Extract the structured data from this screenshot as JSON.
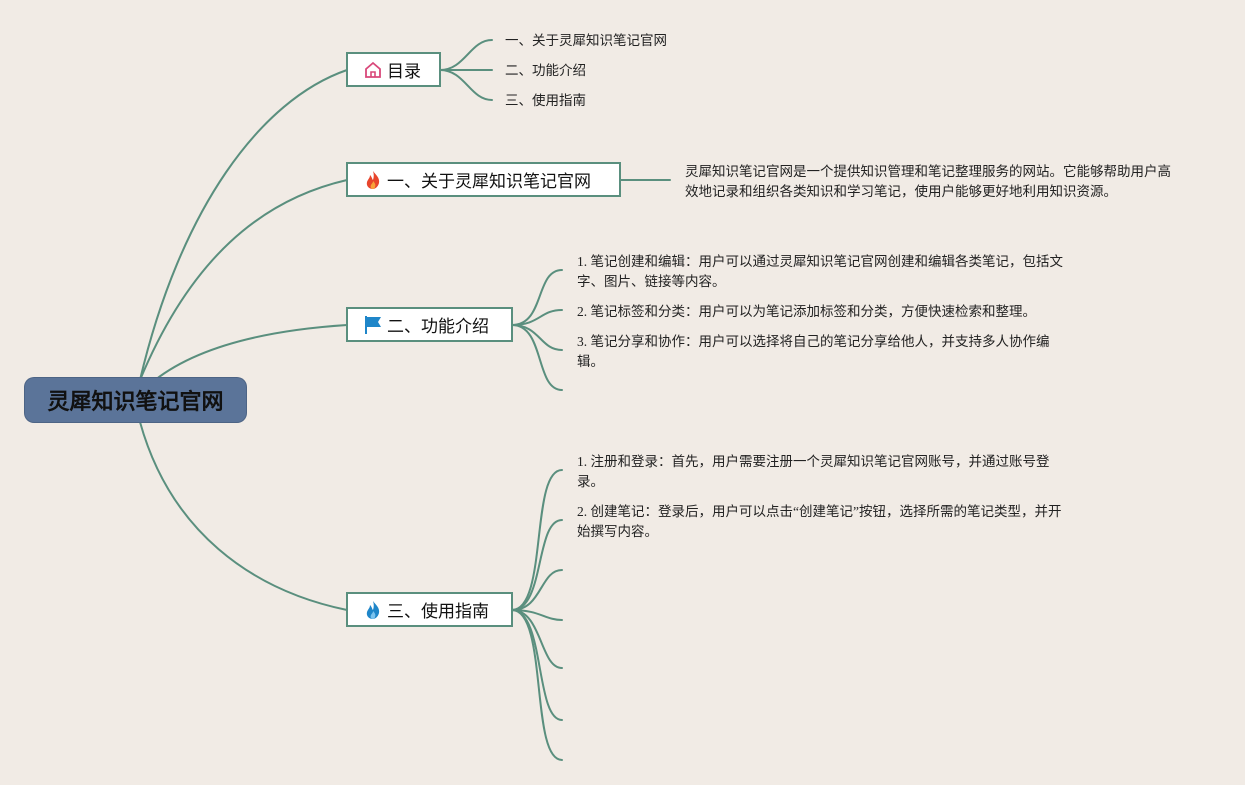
{
  "root": {
    "label": "灵犀知识笔记官网"
  },
  "branches": [
    {
      "label": "目录",
      "icon": "house-icon",
      "children": [
        "一、关于灵犀知识笔记官网",
        "二、功能介绍",
        "三、使用指南"
      ]
    },
    {
      "label": "一、关于灵犀知识笔记官网",
      "icon": "fire-icon",
      "children": [
        "灵犀知识笔记官网是一个提供知识管理和笔记整理服务的网站。它能够帮助用户高效地记录和组织各类知识和学习笔记，使用户能够更好地利用知识资源。"
      ]
    },
    {
      "label": "二、功能介绍",
      "icon": "flag-icon",
      "children": [
        "1. 笔记创建和编辑：用户可以通过灵犀知识笔记官网创建和编辑各类笔记，包括文字、图片、链接等内容。",
        "2. 笔记标签和分类：用户可以为笔记添加标签和分类，方便快速检索和整理。",
        "3. 笔记分享和协作：用户可以选择将自己的笔记分享给他人，并支持多人协作编辑。"
      ]
    },
    {
      "label": "三、使用指南",
      "icon": "blue-fire-icon",
      "children": [
        "1. 注册和登录：首先，用户需要注册一个灵犀知识笔记官网账号，并通过账号登录。",
        "2. 创建笔记：登录后，用户可以点击“创建笔记”按钮，选择所需的笔记类型，并开始撰写内容。"
      ]
    }
  ],
  "colors": {
    "background": "#f1ebe5",
    "line": "#5a8f7e",
    "root_fill": "#5b7499",
    "house_icon": "#d9487a",
    "fire_icon": "#e8452c",
    "flag_icon": "#1f86c9",
    "blue_fire_icon": "#1f86c9"
  }
}
